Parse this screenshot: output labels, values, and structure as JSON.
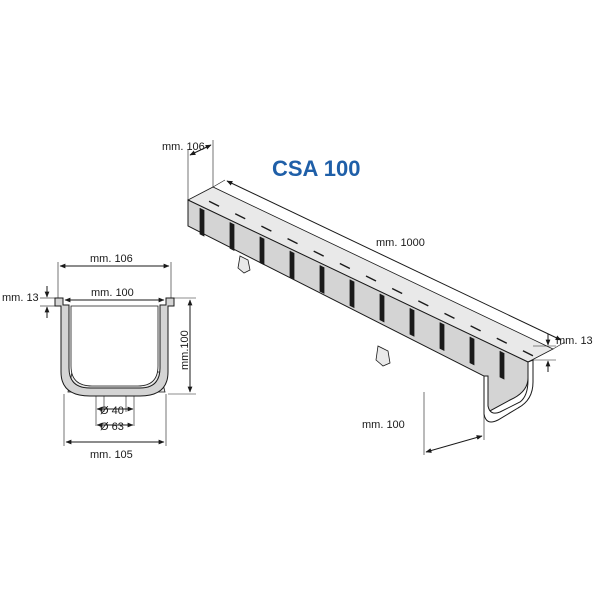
{
  "product": {
    "title": "CSA 100",
    "title_color": "#1f5fa8"
  },
  "section_view": {
    "top_width": "mm. 106",
    "inner_width": "mm. 100",
    "flange_height": "mm. 13",
    "height": "mm.100",
    "outlet_inner": "Ø 40",
    "outlet_outer": "Ø 63",
    "base_width": "mm. 105"
  },
  "perspective_view": {
    "top_width": "mm. 106",
    "length": "mm. 1000",
    "flange_height": "mm. 13",
    "height": "mm. 100"
  },
  "colors": {
    "line": "#1a1a1a",
    "body_fill": "#d4d4d4"
  }
}
